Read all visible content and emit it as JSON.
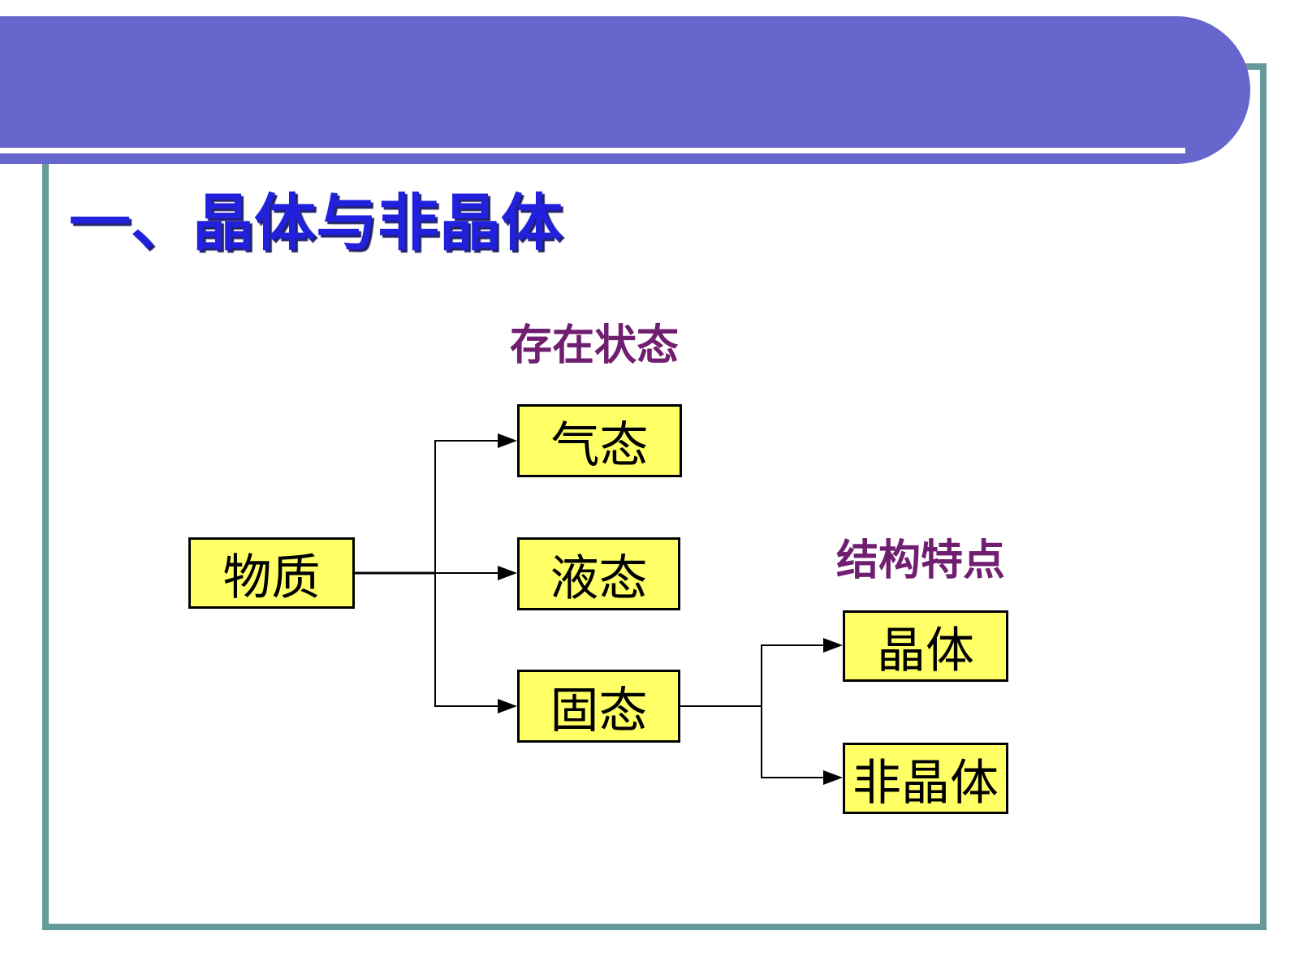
{
  "slide": {
    "title": "一、晶体与非晶体",
    "labels": {
      "existence_state": "存在状态",
      "structure_feature": "结构特点"
    },
    "nodes": [
      {
        "id": "matter",
        "label": "物质"
      },
      {
        "id": "gas",
        "label": "气态"
      },
      {
        "id": "liquid",
        "label": "液态"
      },
      {
        "id": "solid",
        "label": "固态"
      },
      {
        "id": "crystal",
        "label": "晶体"
      },
      {
        "id": "non-crystal",
        "label": "非晶体"
      }
    ],
    "edges": [
      {
        "from": "物质",
        "to": "气态"
      },
      {
        "from": "物质",
        "to": "液态"
      },
      {
        "from": "物质",
        "to": "固态"
      },
      {
        "from": "固态",
        "to": "晶体"
      },
      {
        "from": "固态",
        "to": "非晶体"
      }
    ],
    "colors": {
      "header_blue": "#6666CC",
      "frame_teal": "#669999",
      "title_blue": "#2121DD",
      "label_purple": "#701F70",
      "node_fill": "#FFFF66",
      "node_border": "#000000",
      "connector_black": "#000000"
    }
  }
}
